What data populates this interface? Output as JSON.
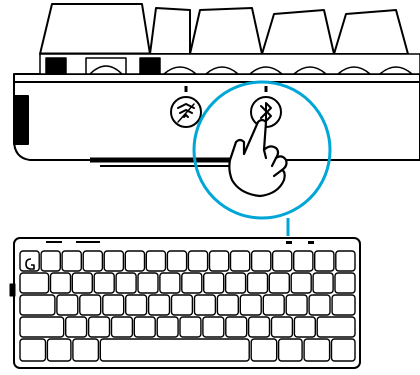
{
  "figure": {
    "kind": "keyboard-bluetooth-pairing-illustration",
    "buttons": [
      {
        "id": "lightspeed",
        "icon": "lightspeed-wireless-icon",
        "label": ""
      },
      {
        "id": "bluetooth",
        "icon": "bluetooth-icon",
        "label": "",
        "pressed": true
      }
    ],
    "callout_color": "#00a6d6",
    "logo_key_icon": "logitech-g-logo-icon"
  },
  "colors": {
    "ink": "#000000",
    "paper": "#ffffff",
    "accent": "#00a6d6"
  }
}
